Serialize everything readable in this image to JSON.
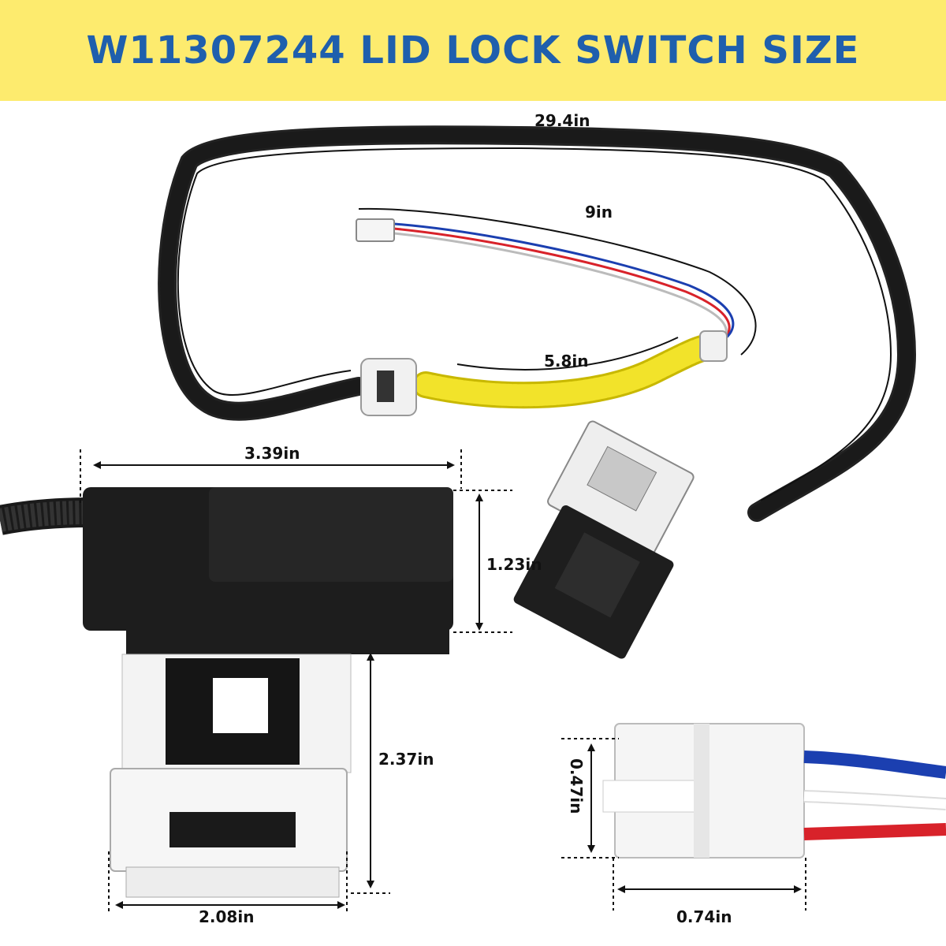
{
  "title": "W11307244 LID LOCK SWITCH SIZE",
  "dimensions": {
    "total_cable": "29.4in",
    "wire_length": "9in",
    "yellow_conduit": "5.8in",
    "switch_width": "3.39in",
    "switch_height_top": "1.23in",
    "switch_height_bottom": "2.37in",
    "switch_bottom_width": "2.08in",
    "connector_height": "0.47in",
    "connector_width": "0.74in"
  },
  "colors": {
    "banner_bg": "#fdeb6e",
    "title_text": "#1f5fad",
    "cable": "#1a1a1a",
    "yellow_conduit": "#f2e32a",
    "wire_red": "#d8222a",
    "wire_blue": "#1b3fb0",
    "wire_white": "#f4f4f4"
  }
}
